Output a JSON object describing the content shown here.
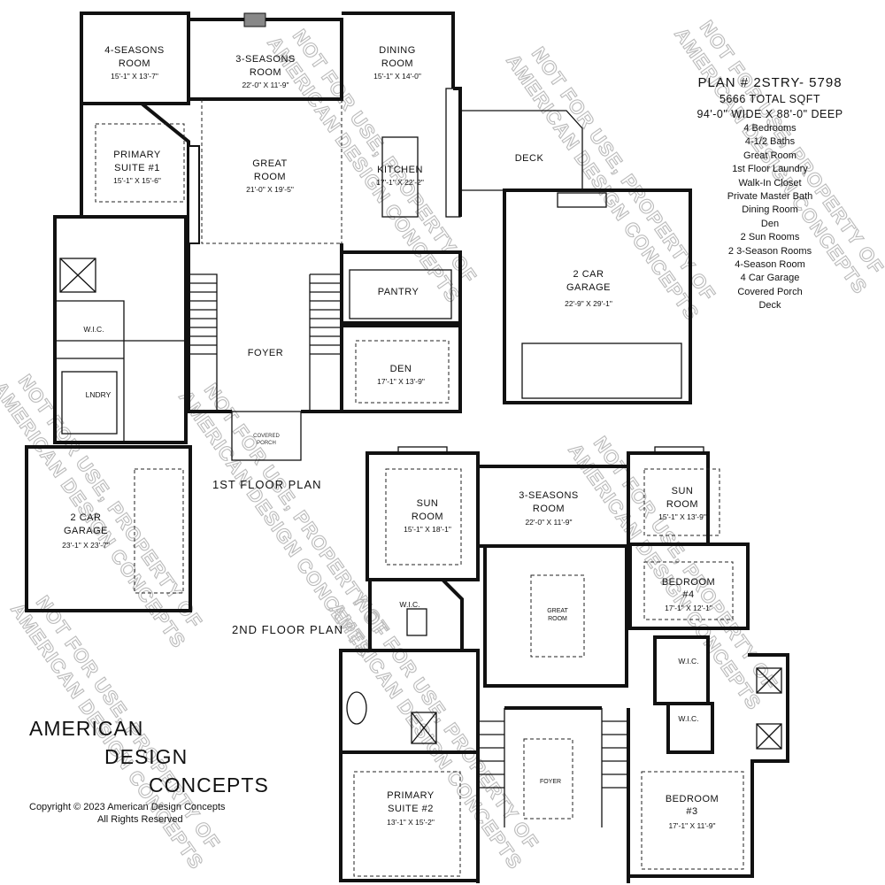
{
  "plan_info": {
    "plan_number": "PLAN # 2STRY- 5798",
    "total_sqft": "5666 TOTAL SQFT",
    "dimensions": "94'-0\" WIDE X 88'-0\" DEEP",
    "features": [
      "4 Bedrooms",
      "4-1/2 Baths",
      "Great Room",
      "1st Floor Laundry",
      "Walk-In Closet",
      "Private Master Bath",
      "Dining Room",
      "Den",
      "2 Sun Rooms",
      "2 3-Season Rooms",
      "4-Season Room",
      "4 Car Garage",
      "Covered Porch",
      "Deck"
    ]
  },
  "first_floor": {
    "title": "1ST FLOOR PLAN",
    "rooms": {
      "four_seasons": {
        "name1": "4-SEASONS",
        "name2": "ROOM",
        "dims": "15'-1\" X 13'-7\""
      },
      "three_seasons": {
        "name1": "3-SEASONS",
        "name2": "ROOM",
        "dims": "22'-0\" X 11'-9\""
      },
      "dining": {
        "name1": "DINING",
        "name2": "ROOM",
        "dims": "15'-1\" X 14'-0\""
      },
      "primary_suite": {
        "name1": "PRIMARY",
        "name2": "SUITE #1",
        "dims": "15'-1\" X 15'-6\""
      },
      "great_room": {
        "name1": "GREAT",
        "name2": "ROOM",
        "dims": "21'-0\" X 19'-5\""
      },
      "kitchen": {
        "name1": "KITCHEN",
        "dims": "17'-1\" X 22'-2\""
      },
      "deck": {
        "name1": "DECK"
      },
      "garage_right": {
        "name1": "2 CAR",
        "name2": "GARAGE",
        "dims": "22'-9\" X 29'-1\""
      },
      "pantry": {
        "name1": "PANTRY"
      },
      "foyer": {
        "name1": "FOYER"
      },
      "den": {
        "name1": "DEN",
        "dims": "17'-1\" X 13'-9\""
      },
      "wic": {
        "name1": "W.I.C."
      },
      "laundry": {
        "name1": "LNDRY"
      },
      "covered_porch": {
        "name1": "COVERED",
        "name2": "PORCH"
      },
      "garage_left": {
        "name1": "2 CAR",
        "name2": "GARAGE",
        "dims": "23'-1\" X 23'-7\""
      }
    }
  },
  "second_floor": {
    "title": "2ND FLOOR PLAN",
    "rooms": {
      "sun_left": {
        "name1": "SUN",
        "name2": "ROOM",
        "dims": "15'-1\" X 18'-1\""
      },
      "three_seasons": {
        "name1": "3-SEASONS",
        "name2": "ROOM",
        "dims": "22'-0\" X 11'-9\""
      },
      "sun_right": {
        "name1": "SUN",
        "name2": "ROOM",
        "dims": "15'-1\" X 13'-9\""
      },
      "wic_left": {
        "name1": "W.I.C."
      },
      "great_room": {
        "name1": "GREAT",
        "name2": "ROOM"
      },
      "bedroom4": {
        "name1": "BEDROOM",
        "name2": "#4",
        "dims": "17'-1\" X 12'-1\""
      },
      "wic_right1": {
        "name1": "W.I.C."
      },
      "wic_right2": {
        "name1": "W.I.C."
      },
      "primary_suite": {
        "name1": "PRIMARY",
        "name2": "SUITE #2",
        "dims": "13'-1\" X 15'-2\""
      },
      "foyer": {
        "name1": "FOYER"
      },
      "bedroom3": {
        "name1": "BEDROOM",
        "name2": "#3",
        "dims": "17'-1\" X 11'-9\""
      }
    }
  },
  "brand": {
    "line1": "AMERICAN",
    "line2": "DESIGN",
    "line3": "CONCEPTS",
    "copyright": "Copyright © 2023 American Design Concepts",
    "rights": "All Rights Reserved"
  },
  "watermark": {
    "line1": "NOT FOR USE, PROPERTY OF",
    "line2": "AMERICAN DESIGN CONCEPTS"
  }
}
